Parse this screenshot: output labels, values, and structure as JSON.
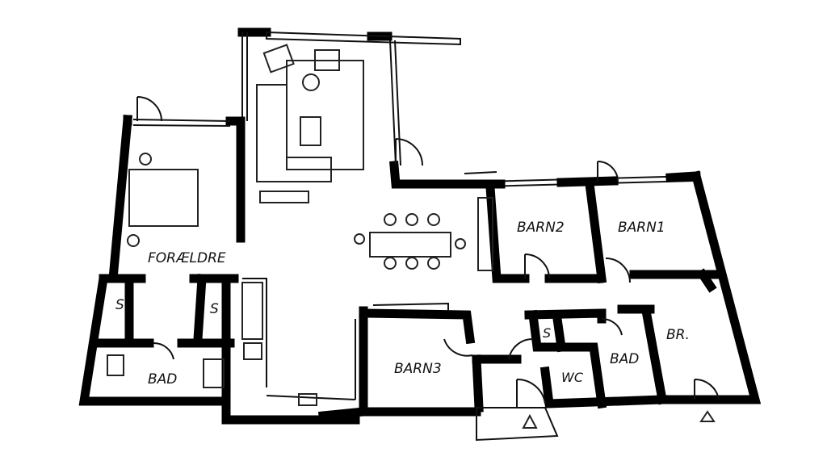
{
  "plan": {
    "rooms": {
      "parents": "FORÆLDRE",
      "child1": "BARN1",
      "child2": "BARN2",
      "child3": "BARN3",
      "bath_left": "BAD",
      "bath_right": "BAD",
      "toilet": "WC",
      "utility": "BR.",
      "storage_1": "S",
      "storage_2": "S",
      "storage_3": "S"
    },
    "colors": {
      "ink": "#000000",
      "paper": "#ffffff"
    }
  }
}
